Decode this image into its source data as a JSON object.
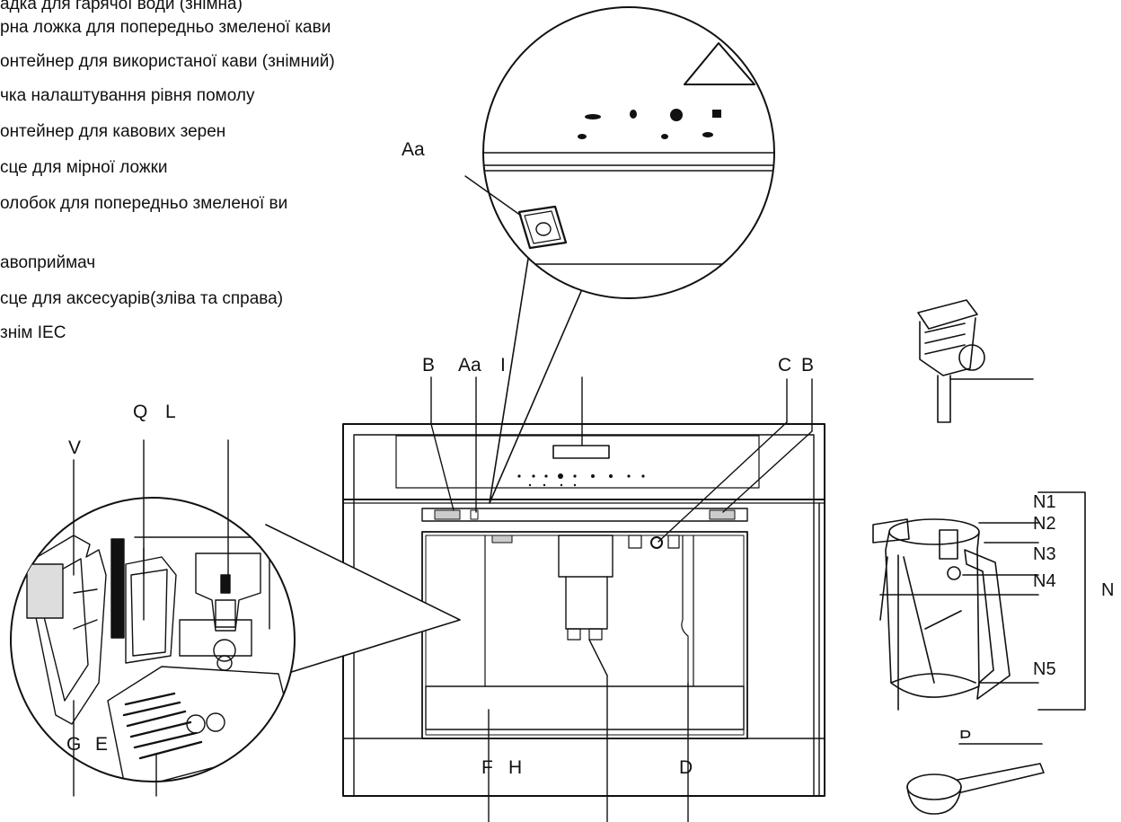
{
  "legend": [
    "адка для гарячої води (знімна)",
    "рна ложка для попередньо змеленої кави",
    "онтейнер для використаної кави (знімний)",
    "чка налаштування рівня помолу",
    "онтейнер для кавових зерен",
    "сце для мірної ложки",
    "олобок для попередньо змеленої ви",
    "авоприймач",
    "сце для аксесуарів(зліва та справа)",
    "знім IEC"
  ],
  "labels": {
    "zoom_aa": "Aa",
    "b_left": "B",
    "aa_top": "Aa",
    "i_top": "I",
    "c_top": "C",
    "b_right": "B",
    "q": "Q",
    "l": "L",
    "v": "V",
    "g": "G",
    "e": "E",
    "f": "F",
    "h": "H",
    "d": "D",
    "n1": "N1",
    "n2": "N2",
    "n3": "N3",
    "n4": "N4",
    "n": "N",
    "n5": "N5",
    "p": "P"
  }
}
